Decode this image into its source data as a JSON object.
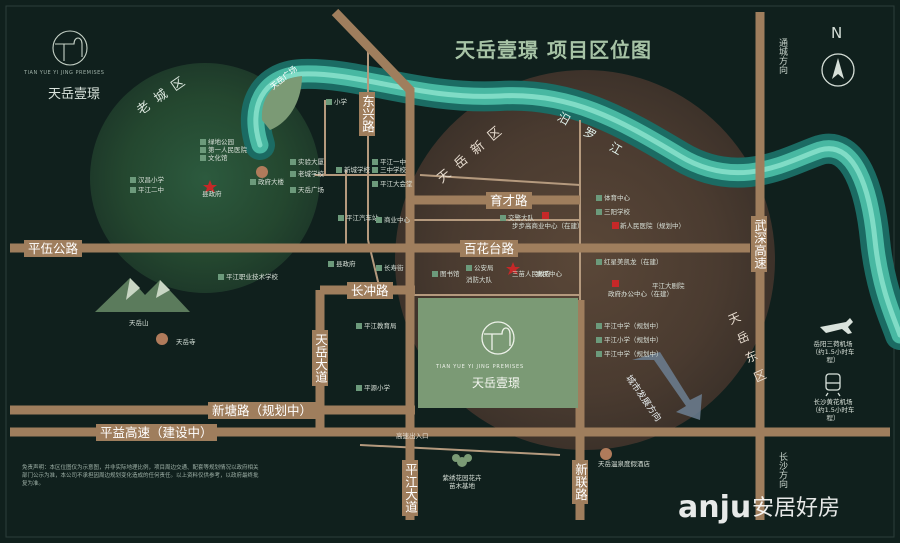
{
  "header": {
    "title": "天岳壹璟  项目区位图"
  },
  "brand": {
    "subtitle": "TIAN YUE YI JING PREMISES",
    "name": "天岳壹璟"
  },
  "compass": {
    "label": "N"
  },
  "directions": {
    "top_right": "通城方向",
    "bottom_right": "长沙方向",
    "development": "城市发展方向"
  },
  "districts": {
    "old_city": "老城区",
    "new_district": "天岳新区",
    "east_block": "天岳东区",
    "tianyue_plaza": "天岳广场",
    "tianyue_mountain": "天岳山",
    "tianyue_temple": "天岳寺"
  },
  "river": {
    "label": "汨罗江"
  },
  "roads": {
    "yucai": "育才路",
    "baihuatai": "百花台路",
    "pingwu": "平伍公路",
    "changchong": "长冲路",
    "xintang": "新塘路（规划中）",
    "pingyi": "平益高速（建设中）",
    "dongxing": "东兴路",
    "tianyue_ave": "天岳大道",
    "pingjiang_ave": "平江大道",
    "xinlian": "新联路",
    "wushen": "武深高速",
    "pingyi_exit": "高速出入口"
  },
  "project": {
    "subtitle": "TIAN YUE YI JING PREMISES",
    "name": "天岳壹璟"
  },
  "pois": [
    "绿地公园",
    "第一人民医院",
    "文化馆",
    "平江一中",
    "三中学校",
    "平江大会堂",
    "汉昌小学",
    "平江二中",
    "政府大楼",
    "实验大厦",
    "县政府",
    "老城学校",
    "小学",
    "平江汽车站",
    "商业中心",
    "县政府",
    "天岳广场",
    "新城学校",
    "平江职业技术学校",
    "交警大队",
    "三苗人民政府",
    "公安局",
    "消防大队",
    "长寿街",
    "惠民中心",
    "步步高商业中心（在建）",
    "图书馆",
    "体育中心",
    "三阳学校",
    "新人民医院（规划中）",
    "红星美凯龙（在建）",
    "政府办公中心（在建）",
    "平江中学（规划中）",
    "平江小学（规划中）",
    "平江中学（规划中）",
    "平江教育局",
    "平源小学",
    "平江大剧院",
    "紫绣花园花卉苗木基地",
    "天岳温泉度假酒店",
    "岳阳三荷机场（约1.5小时车程）",
    "长沙黄花机场（约1.5小时车程）"
  ],
  "disclaimer": "免责声明：本区位图仅为示意图，并非实际地理比例，项目周边交通、配套等规划情况以政府相关部门公示为准，本公司不承担因周边规划变化造成的任何责任。以上资料仅供参考，以政府最终批复为准。",
  "watermark": {
    "latin": "anju",
    "cn": "安居好房"
  }
}
